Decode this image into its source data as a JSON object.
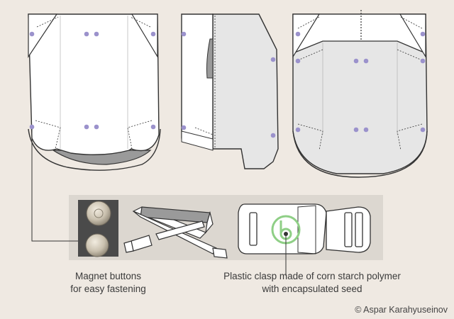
{
  "callouts": {
    "magnet": {
      "line1": "Magnet buttons",
      "line2": "for easy fastening"
    },
    "clasp": {
      "line1": "Plastic clasp made of corn starch polymer",
      "line2": "with encapsulated seed"
    }
  },
  "credit": "© Aspar Karahyuseinov",
  "colors": {
    "background": "#efe9e2",
    "panel": "#dcd7d0",
    "dot": "#9b92cc",
    "outline": "#333333",
    "seed_green": "#8fcf86",
    "fabric_inner": "#e6e6e6",
    "strap_band": "#9a9a9a"
  }
}
